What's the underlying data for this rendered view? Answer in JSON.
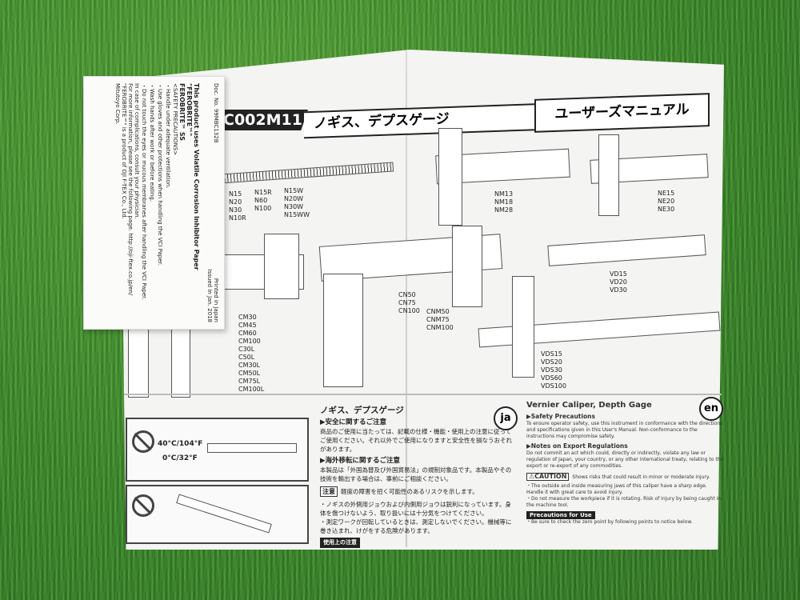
{
  "slip": {
    "doc_no": "Doc. No. 99MBC132B",
    "printed": "Printed in Japan",
    "issued": "Issued in Jan. 2018",
    "line1": "This product uses Volatile Corrosion Inhibitor Paper \"FEROBRITE™\"",
    "line2": "FEROBRITE™ SS",
    "line3": "<SAFETY PRECAUTIONS>",
    "line4": "・Handle under adequate ventilation.",
    "line5": "・Use gloves and other protections when handling the VCI Paper.",
    "line6": "・Wash hands after work or before eating.",
    "line7": "・Do not touch the eyes or mucous membranes after handling the VCI Paper.",
    "line8": "In case of complications, consult your physician.",
    "line9": "For more information, please see the following page.  http://oji-ftex.co.jp/en/",
    "line10": "\"FEROBRITE™\" is a product of OJI F-TEX Co., Ltd.",
    "company": "Mitutoyo Corp."
  },
  "header": {
    "code": "C002M11",
    "title_jp": "ノギス、デプスゲージ",
    "manual_jp": "ユーザーズマニュアル"
  },
  "models": {
    "col1": [
      "N15",
      "N20",
      "N30",
      "N10R"
    ],
    "col2": [
      "N15R",
      "N60",
      "N100"
    ],
    "col3": [
      "N15W",
      "N20W",
      "N30W",
      "N15WW"
    ],
    "nm": [
      "NM13",
      "NM18",
      "NM28"
    ],
    "ne": [
      "NE15",
      "NE20",
      "NE30"
    ],
    "vd": [
      "VD15",
      "VD20",
      "VD30"
    ],
    "cn": [
      "CN50",
      "CN75",
      "CN100"
    ],
    "cnm": [
      "CNM50",
      "CNM75",
      "CNM100"
    ],
    "cm": [
      "CM30",
      "CM45",
      "CM60",
      "CM100",
      "C30L",
      "C50L",
      "CM30L",
      "CM50L",
      "CM75L",
      "CM100L"
    ],
    "vds": [
      "VDS15",
      "VDS20",
      "VDS30",
      "VDS60",
      "VDS100"
    ]
  },
  "temps": {
    "high": "40°C/104°F",
    "low": "0°C/32°F"
  },
  "jp": {
    "badge": "ja",
    "heading": "ノギス、デプスゲージ",
    "safety_head": "▶安全に関するご注意",
    "safety_text": "商品のご使用に当たっては、記載の仕様・機能・使用上の注意に従ってご使用ください。それ以外でご使用になりますと安全性を損なうおそれがあります。",
    "export_head": "▶海外移転に関するご注意",
    "export_text": "本製品は「外国為替及び外国貿易法」の規制対象品です。本製品やその技術を輸出する場合は、事前にご相談ください。",
    "caution_label": "注意",
    "caution_text": "軽度の障害を招く可能性のあるリスクを示します。",
    "bullet1": "・ノギスの外側用ジョウおよび内側用ジョウは鋭利になっています。身体を傷つけないよう、取り扱いには十分気をつけてください。",
    "bullet2": "・測定ワークが回転しているときは、測定しないでください。機械等に巻き込まれ、けがをする危険があります。",
    "footer": "使用上の注意"
  },
  "en": {
    "badge": "en",
    "heading": "Vernier Caliper, Depth Gage",
    "safety_head": "▶Safety Precautions",
    "safety_text": "To ensure operator safety, use this instrument in conformance with the directions and specifications given in this User's Manual. Non-conformance to the instructions may compromise safety.",
    "export_head": "▶Notes on Export Regulations",
    "export_text": "Do not commit an act which could, directly or indirectly, violate any law or regulation of Japan, your country, or any other international treaty, relating to the export or re-export of any commodities.",
    "caution_label": "⚠CAUTION",
    "caution_text": "Shows risks that could result in minor or moderate injury.",
    "bullet1": "・The outside and inside measuring jaws of this caliper have a sharp edge. Handle it with great care to avoid injury.",
    "bullet2": "・Do not measure the workpiece if it is rotating. Risk of injury by being caught in the machine tool.",
    "precautions": "Precautions for Use",
    "bullet3": "・Be sure to check the zero point by following points to notice below."
  }
}
